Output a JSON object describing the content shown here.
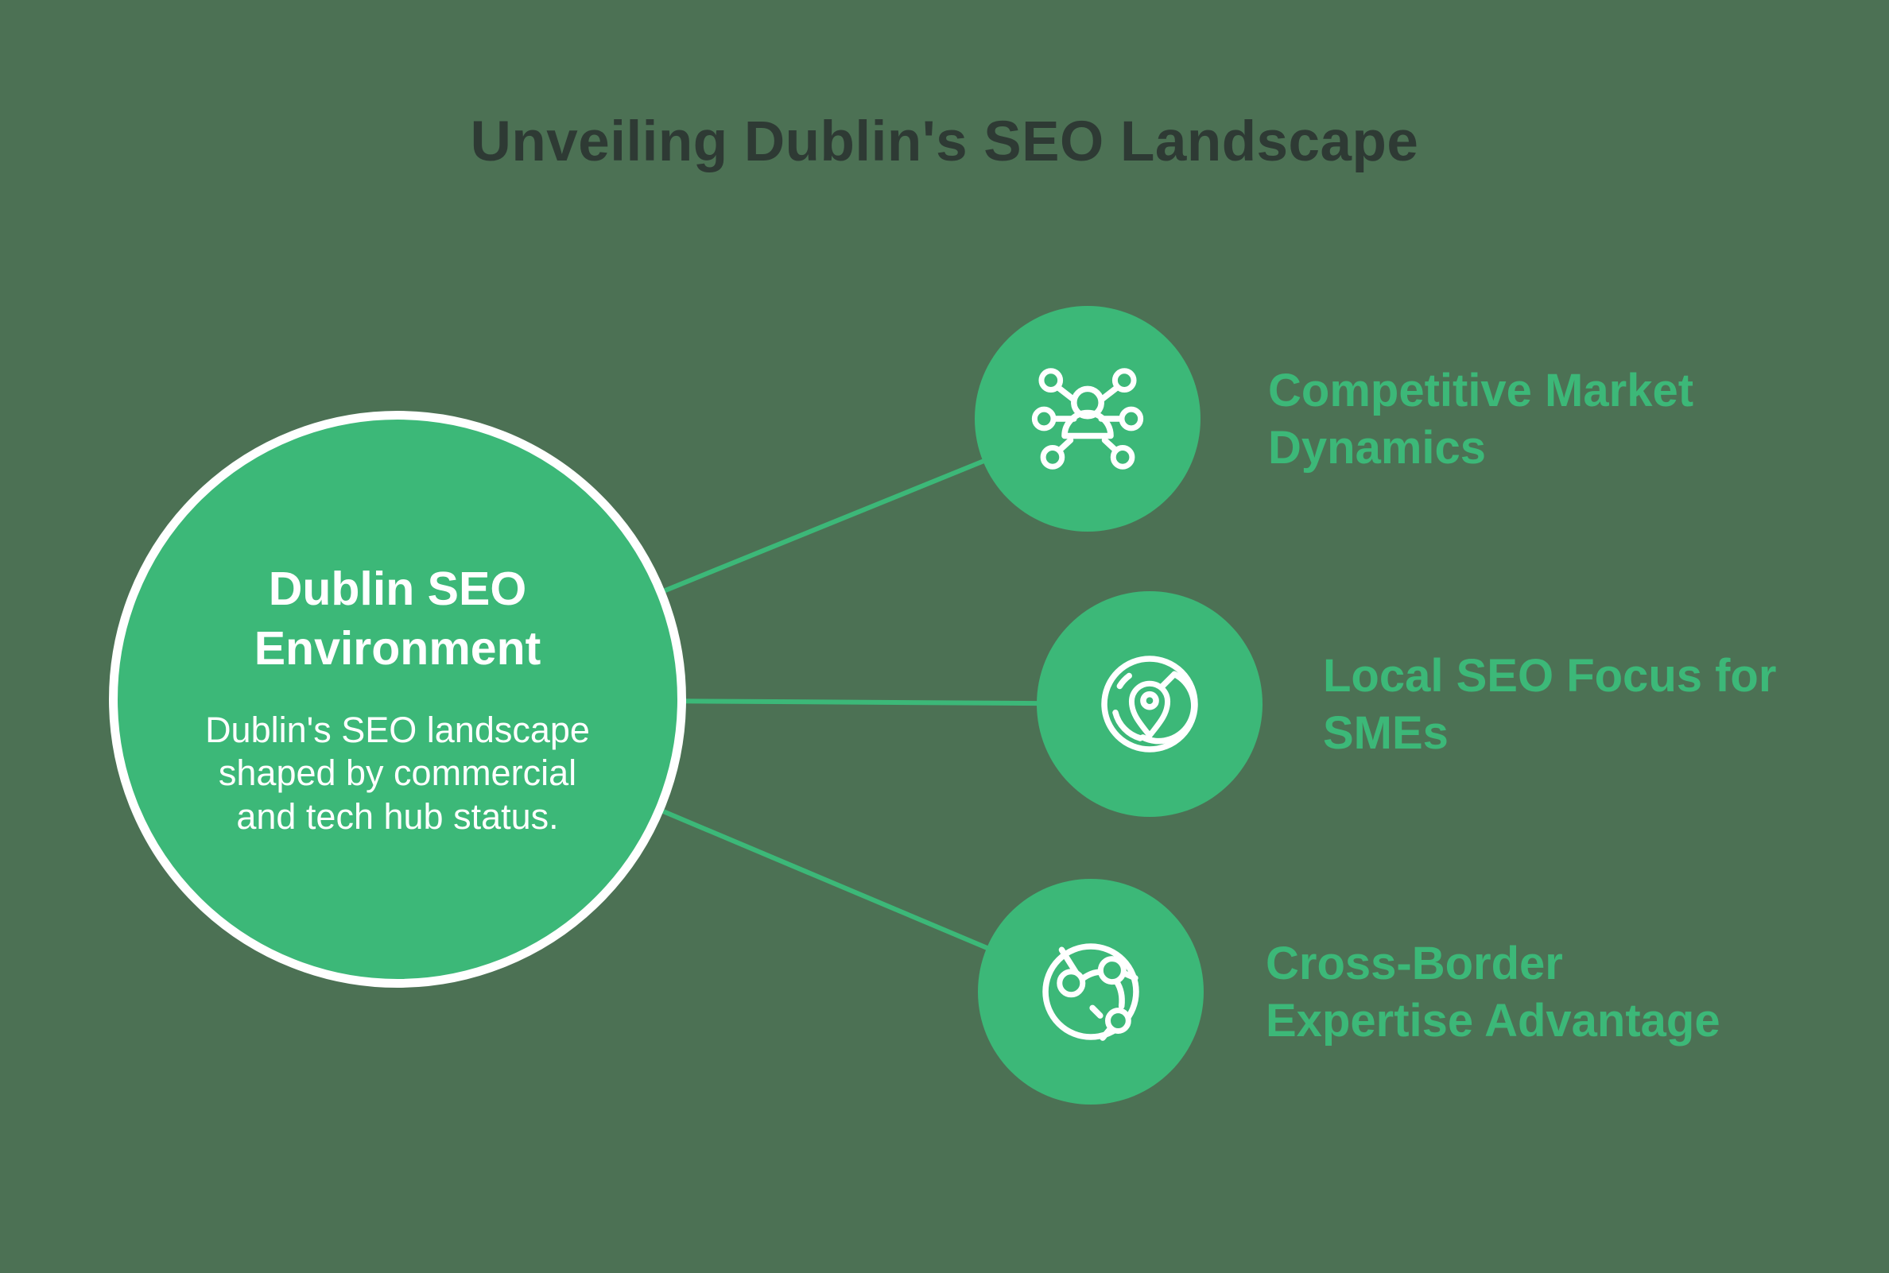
{
  "colors": {
    "background": "#4c7154",
    "accent": "#3cb878",
    "title_text": "#2e3a34",
    "node_text": "#ffffff",
    "node_border": "#ffffff"
  },
  "title": "Unveiling Dublin's SEO Landscape",
  "hub": {
    "heading": "Dublin SEO Environment",
    "description": "Dublin's SEO landscape shaped by commercial and tech hub status."
  },
  "branches": [
    {
      "label": "Competitive Market Dynamics",
      "icon": "people-network-icon"
    },
    {
      "label": "Local SEO Focus for SMEs",
      "icon": "location-radar-icon"
    },
    {
      "label": "Cross-Border Expertise Advantage",
      "icon": "globe-network-icon"
    }
  ]
}
